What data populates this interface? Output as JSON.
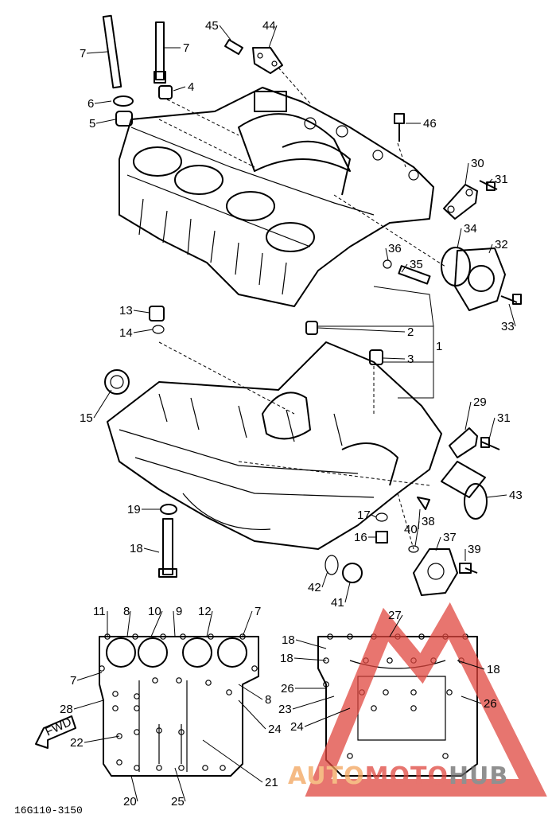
{
  "callouts": [
    {
      "id": "c7a",
      "text": "7"
    },
    {
      "id": "c7b",
      "text": "7"
    },
    {
      "id": "c6",
      "text": "6"
    },
    {
      "id": "c5",
      "text": "5"
    },
    {
      "id": "c4",
      "text": "4"
    },
    {
      "id": "c45",
      "text": "45"
    },
    {
      "id": "c44",
      "text": "44"
    },
    {
      "id": "c46",
      "text": "46"
    },
    {
      "id": "c30",
      "text": "30"
    },
    {
      "id": "c31a",
      "text": "31"
    },
    {
      "id": "c34",
      "text": "34"
    },
    {
      "id": "c32",
      "text": "32"
    },
    {
      "id": "c36",
      "text": "36"
    },
    {
      "id": "c35",
      "text": "35"
    },
    {
      "id": "c33",
      "text": "33"
    },
    {
      "id": "c13",
      "text": "13"
    },
    {
      "id": "c14",
      "text": "14"
    },
    {
      "id": "c2",
      "text": "2"
    },
    {
      "id": "c3",
      "text": "3"
    },
    {
      "id": "c1",
      "text": "1"
    },
    {
      "id": "c15",
      "text": "15"
    },
    {
      "id": "c29",
      "text": "29"
    },
    {
      "id": "c31b",
      "text": "31"
    },
    {
      "id": "c43",
      "text": "43"
    },
    {
      "id": "c19",
      "text": "19"
    },
    {
      "id": "c17",
      "text": "17"
    },
    {
      "id": "c40",
      "text": "40"
    },
    {
      "id": "c38",
      "text": "38"
    },
    {
      "id": "c16",
      "text": "16"
    },
    {
      "id": "c37",
      "text": "37"
    },
    {
      "id": "c18a",
      "text": "18"
    },
    {
      "id": "c39",
      "text": "39"
    },
    {
      "id": "c42",
      "text": "42"
    },
    {
      "id": "c41",
      "text": "41"
    },
    {
      "id": "c11",
      "text": "11"
    },
    {
      "id": "c8a",
      "text": "8"
    },
    {
      "id": "c10",
      "text": "10"
    },
    {
      "id": "c9",
      "text": "9"
    },
    {
      "id": "c12",
      "text": "12"
    },
    {
      "id": "c7c",
      "text": "7"
    },
    {
      "id": "c7d",
      "text": "7"
    },
    {
      "id": "c8b",
      "text": "8"
    },
    {
      "id": "c28",
      "text": "28"
    },
    {
      "id": "c24a",
      "text": "24"
    },
    {
      "id": "c22",
      "text": "22"
    },
    {
      "id": "c21",
      "text": "21"
    },
    {
      "id": "c20",
      "text": "20"
    },
    {
      "id": "c25",
      "text": "25"
    },
    {
      "id": "c27",
      "text": "27"
    },
    {
      "id": "c18b",
      "text": "18"
    },
    {
      "id": "c18c",
      "text": "18"
    },
    {
      "id": "c18d",
      "text": "18"
    },
    {
      "id": "c26a",
      "text": "26"
    },
    {
      "id": "c26b",
      "text": "26"
    },
    {
      "id": "c23",
      "text": "23"
    },
    {
      "id": "c24b",
      "text": "24"
    }
  ],
  "fwd_label": "FWD",
  "reference_code": "16G110-3150",
  "watermark": {
    "part1": "AUTO",
    "part2": "MOTO",
    "part3": "HUB",
    "color_a": "#f2a35b",
    "color_b": "#e0473f",
    "color_c": "#6b6b6b"
  }
}
